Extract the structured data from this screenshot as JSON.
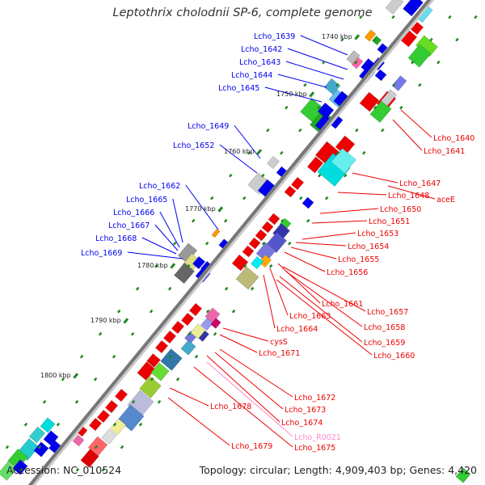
{
  "title": "Leptothrix cholodnii SP-6, complete genome",
  "footer": {
    "accession": "Accession: NC_010524",
    "summary": "Topology: circular; Length: 4,909,403 bp; Genes: 4,420"
  },
  "colors": {
    "backbone": "#777777",
    "left_label": "#0000ee",
    "right_label": "#ee0000",
    "rna_label": "#ff88cc",
    "forward_gene": "#0000ee",
    "reverse_gene": "#ee0000",
    "tick": "#228822"
  },
  "kbp_ticks": [
    "1740 kbp",
    "1750 kbp",
    "1760 kbp",
    "1770 kbp",
    "1780 kbp",
    "1790 kbp",
    "1800 kbp"
  ],
  "left_labels": [
    "Lcho_1639",
    "Lcho_1642",
    "Lcho_1643",
    "Lcho_1644",
    "Lcho_1645",
    "Lcho_1649",
    "Lcho_1652",
    "Lcho_1662",
    "Lcho_1665",
    "Lcho_1666",
    "Lcho_1667",
    "Lcho_1668",
    "Lcho_1669"
  ],
  "right_labels": [
    "Lcho_1640",
    "Lcho_1641",
    "Lcho_1647",
    "Lcho_1648",
    "aceE",
    "Lcho_1650",
    "Lcho_1651",
    "Lcho_1653",
    "Lcho_1654",
    "Lcho_1655",
    "Lcho_1656",
    "Lcho_1661",
    "Lcho_1657",
    "Lcho_1663",
    "Lcho_1658",
    "Lcho_1664",
    "Lcho_1659",
    "Lcho_1660",
    "cysS",
    "Lcho_1671",
    "Lcho_1672",
    "Lcho_1673",
    "Lcho_1678",
    "Lcho_1674",
    "Lcho_R0021",
    "Lcho_1679",
    "Lcho_1675"
  ]
}
